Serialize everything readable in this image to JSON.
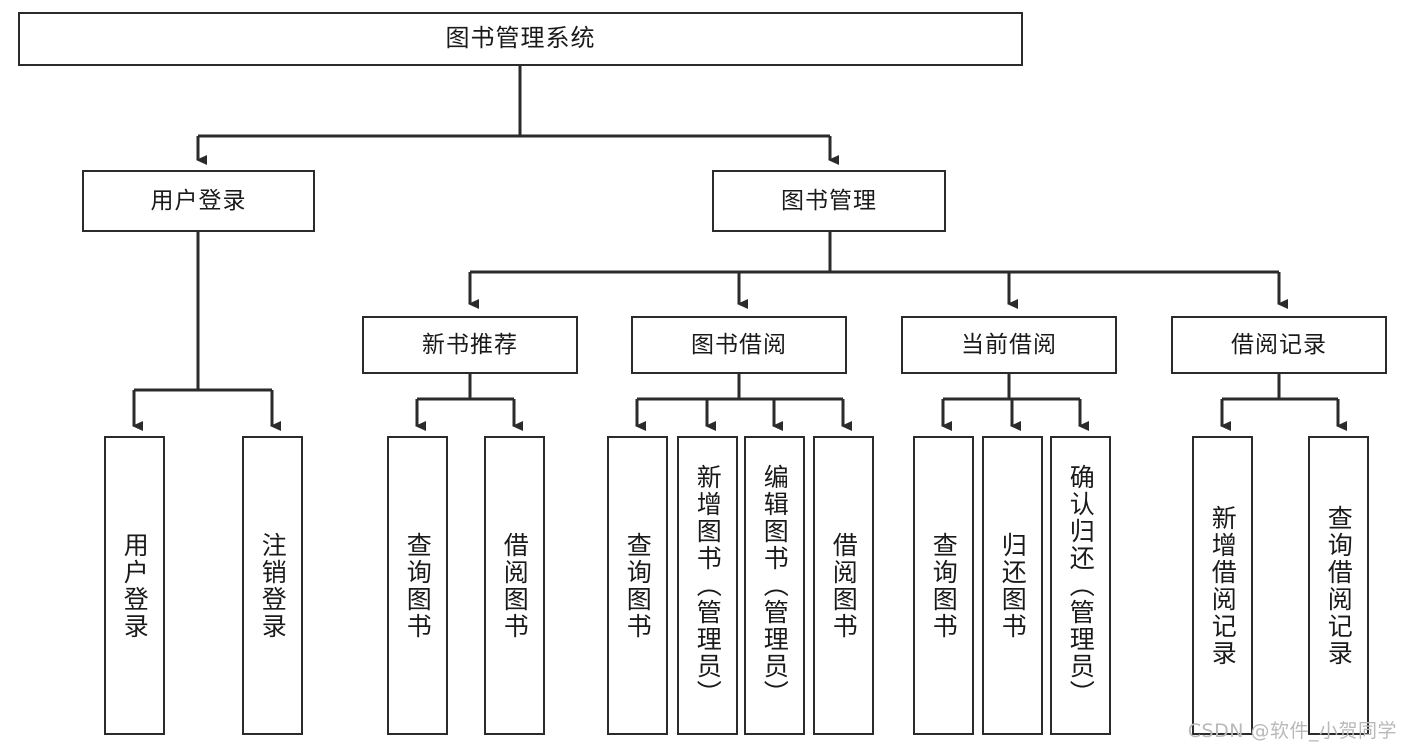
{
  "diagram": {
    "title": "图书管理系统",
    "type": "tree-hierarchy",
    "orientation": "top-down",
    "root": {
      "label": "图书管理系统"
    },
    "level1": [
      {
        "label": "用户登录"
      },
      {
        "label": "图书管理"
      }
    ],
    "level2": [
      {
        "label": "新书推荐"
      },
      {
        "label": "图书借阅"
      },
      {
        "label": "当前借阅"
      },
      {
        "label": "借阅记录"
      }
    ],
    "leaves": {
      "user_login": [
        {
          "label": "用户登录"
        },
        {
          "label": "注销登录"
        }
      ],
      "new_book_recommend": [
        {
          "label": "查询图书"
        },
        {
          "label": "借阅图书"
        }
      ],
      "book_borrow": [
        {
          "label": "查询图书"
        },
        {
          "label": "新增图书（管理员）"
        },
        {
          "label": "编辑图书（管理员）"
        },
        {
          "label": "借阅图书"
        }
      ],
      "current_borrow": [
        {
          "label": "查询图书"
        },
        {
          "label": "归还图书"
        },
        {
          "label": "确认归还（管理员）"
        }
      ],
      "borrow_record": [
        {
          "label": "新增借阅记录"
        },
        {
          "label": "查询借阅记录"
        }
      ]
    }
  },
  "watermark": {
    "text": "CSDN @软件_小贺同学"
  },
  "colors": {
    "border": "#2b2b2b",
    "background": "#ffffff",
    "text": "#1a1a1a",
    "watermark": "#b9b9b9"
  }
}
